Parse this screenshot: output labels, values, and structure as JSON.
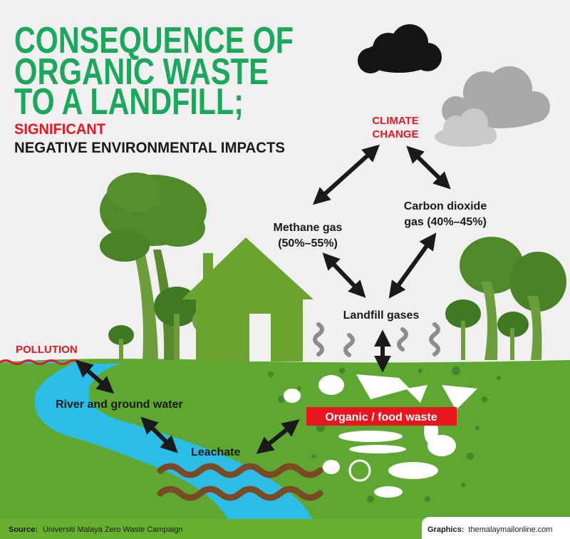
{
  "title": {
    "lines": [
      "CONSEQUENCE OF",
      "ORGANIC WASTE",
      "TO A LANDFILL;"
    ],
    "highlight": "SIGNIFICANT",
    "subtitle": "NEGATIVE ENVIRONMENTAL IMPACTS"
  },
  "nodes": {
    "climate_change": [
      "CLIMATE",
      "CHANGE"
    ],
    "methane": [
      "Methane gas",
      "(50%–55%)"
    ],
    "carbon_dioxide": [
      "Carbon dioxide",
      "gas (40%–45%)"
    ],
    "landfill_gases": "Landfill gases",
    "pollution": "POLLUTION",
    "river": "River and ground water",
    "leachate": "Leachate",
    "organic_waste": "Organic / food waste"
  },
  "footer": {
    "source_label": "Source:",
    "source_text": "Universiti Malaya Zero Waste Campaign",
    "graphics_label": "Graphics:",
    "graphics_text": "themalaymailonline.com"
  },
  "colors": {
    "title_green": "#1aa95c",
    "alert_red": "#e8171f",
    "ground_green": "#5ea832",
    "tree_green": "#4f8a2a",
    "river_blue": "#2bbde6",
    "leachate_brown": "#7a4a24"
  }
}
